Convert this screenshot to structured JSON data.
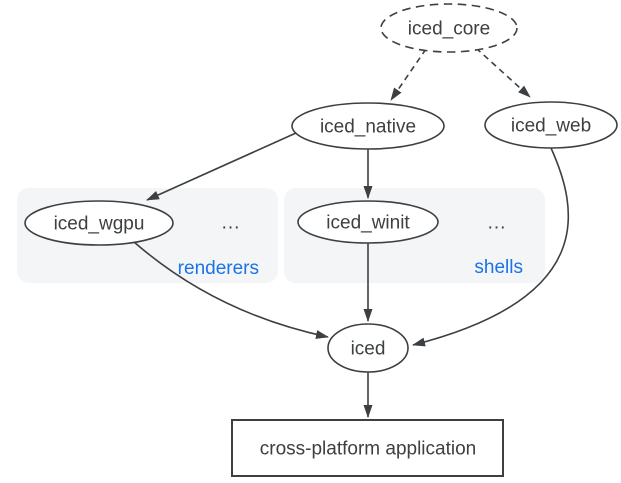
{
  "colors": {
    "line": "#3c4043",
    "text": "#3c4043",
    "accent": "#1a73e8",
    "group-bg": "#f4f5f7",
    "node-fill": "#ffffff",
    "background": "#ffffff"
  },
  "diagram": {
    "nodes": [
      {
        "id": "iced_core",
        "label": "iced_core",
        "shape": "ellipse",
        "style": "dashed"
      },
      {
        "id": "iced_native",
        "label": "iced_native",
        "shape": "ellipse",
        "style": "solid"
      },
      {
        "id": "iced_web",
        "label": "iced_web",
        "shape": "ellipse",
        "style": "solid"
      },
      {
        "id": "iced_wgpu",
        "label": "iced_wgpu",
        "shape": "ellipse",
        "style": "solid",
        "group": "renderers"
      },
      {
        "id": "iced_winit",
        "label": "iced_winit",
        "shape": "ellipse",
        "style": "solid",
        "group": "shells"
      },
      {
        "id": "iced",
        "label": "iced",
        "shape": "ellipse",
        "style": "solid"
      },
      {
        "id": "app",
        "label": "cross-platform application",
        "shape": "rect",
        "style": "solid"
      }
    ],
    "groups": [
      {
        "id": "renderers",
        "label": "renderers",
        "ellipsis": "..."
      },
      {
        "id": "shells",
        "label": "shells",
        "ellipsis": "..."
      }
    ],
    "edges": [
      {
        "from": "iced_core",
        "to": "iced_native",
        "style": "dashed"
      },
      {
        "from": "iced_core",
        "to": "iced_web",
        "style": "dashed"
      },
      {
        "from": "iced_native",
        "to": "iced_wgpu",
        "style": "solid"
      },
      {
        "from": "iced_native",
        "to": "iced_winit",
        "style": "solid"
      },
      {
        "from": "iced_wgpu",
        "to": "iced",
        "style": "solid"
      },
      {
        "from": "iced_winit",
        "to": "iced",
        "style": "solid"
      },
      {
        "from": "iced_web",
        "to": "iced",
        "style": "solid"
      },
      {
        "from": "iced",
        "to": "app",
        "style": "solid"
      }
    ]
  }
}
